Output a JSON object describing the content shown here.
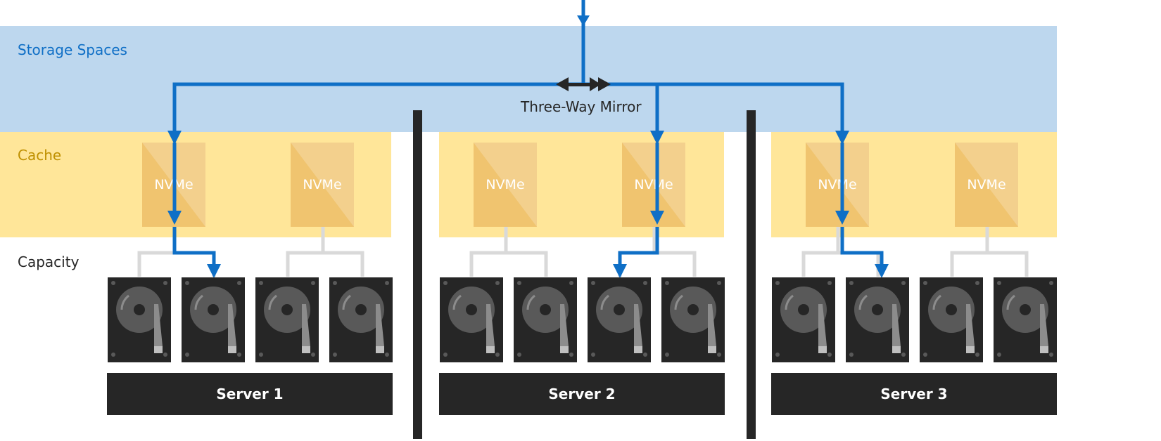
{
  "tiers": {
    "storage_spaces": "Storage Spaces",
    "cache": "Cache",
    "capacity": "Capacity"
  },
  "mirror_label": "Three-Way Mirror",
  "servers": [
    {
      "label": "Server 1",
      "nvme": [
        "NVMe",
        "NVMe"
      ]
    },
    {
      "label": "Server 2",
      "nvme": [
        "NVMe",
        "NVMe"
      ]
    },
    {
      "label": "Server 3",
      "nvme": [
        "NVMe",
        "NVMe"
      ]
    }
  ],
  "colors": {
    "storage_band": "#bdd7ee",
    "cache_band": "#ffe699",
    "nvme": "#f0c46f",
    "nvme_light": "#f3d08d",
    "arrow": "#0f6fc6",
    "connector": "#d9d9d9",
    "disk": "#262626",
    "storage_text": "#0f6fc6",
    "cache_text": "#bf9000"
  }
}
